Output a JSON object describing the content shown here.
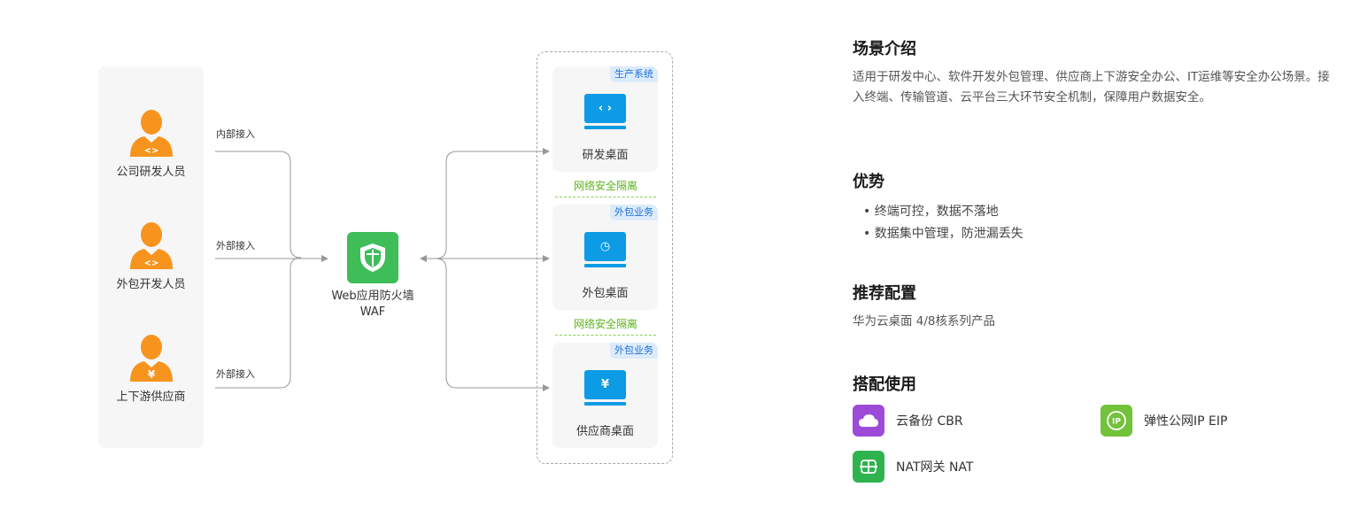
{
  "diagram": {
    "users": [
      {
        "label": "公司研发人员",
        "icon": "developer-person-icon"
      },
      {
        "label": "外包开发人员",
        "icon": "developer-person-icon"
      },
      {
        "label": "上下游供应商",
        "icon": "supplier-person-icon"
      }
    ],
    "access_labels": [
      "内部接入",
      "外部接入",
      "外部接入"
    ],
    "waf": {
      "line1": "Web应用防火墙",
      "line2": "WAF"
    },
    "desktops": [
      {
        "tag": "生产系统",
        "label": "研发桌面",
        "glyph": "‹ ›"
      },
      {
        "tag": "外包业务",
        "label": "外包桌面",
        "glyph": "◷"
      },
      {
        "tag": "外包业务",
        "label": "供应商桌面",
        "glyph": "¥"
      }
    ],
    "isolation_label": "网络安全隔离",
    "colors": {
      "person": "#f7941e",
      "waf": "#3ebd59",
      "monitor": "#0c9be4",
      "tag_text": "#1e6fd9",
      "tag_bg": "#dcebfb",
      "isolation": "#5cb319",
      "line": "#999999"
    }
  },
  "info": {
    "scenario": {
      "title": "场景介绍",
      "text": "适用于研发中心、软件开发外包管理、供应商上下游安全办公、IT运维等安全办公场景。接入终端、传输管道、云平台三大环节安全机制，保障用户数据安全。"
    },
    "advantages": {
      "title": "优势",
      "items": [
        "• 终端可控，数据不落地",
        "• 数据集中管理，防泄漏丢失"
      ]
    },
    "recommended": {
      "title": "推荐配置",
      "text": "华为云桌面 4/8核系列产品"
    },
    "combo": {
      "title": "搭配使用",
      "products": [
        {
          "label": "云备份 CBR",
          "icon": "cloud-backup-icon",
          "color": "#9b4bd8"
        },
        {
          "label": "弹性公网IP EIP",
          "icon": "eip-icon",
          "color": "#72c23a"
        },
        {
          "label": "NAT网关 NAT",
          "icon": "nat-gateway-icon",
          "color": "#2fb34f"
        }
      ]
    }
  }
}
